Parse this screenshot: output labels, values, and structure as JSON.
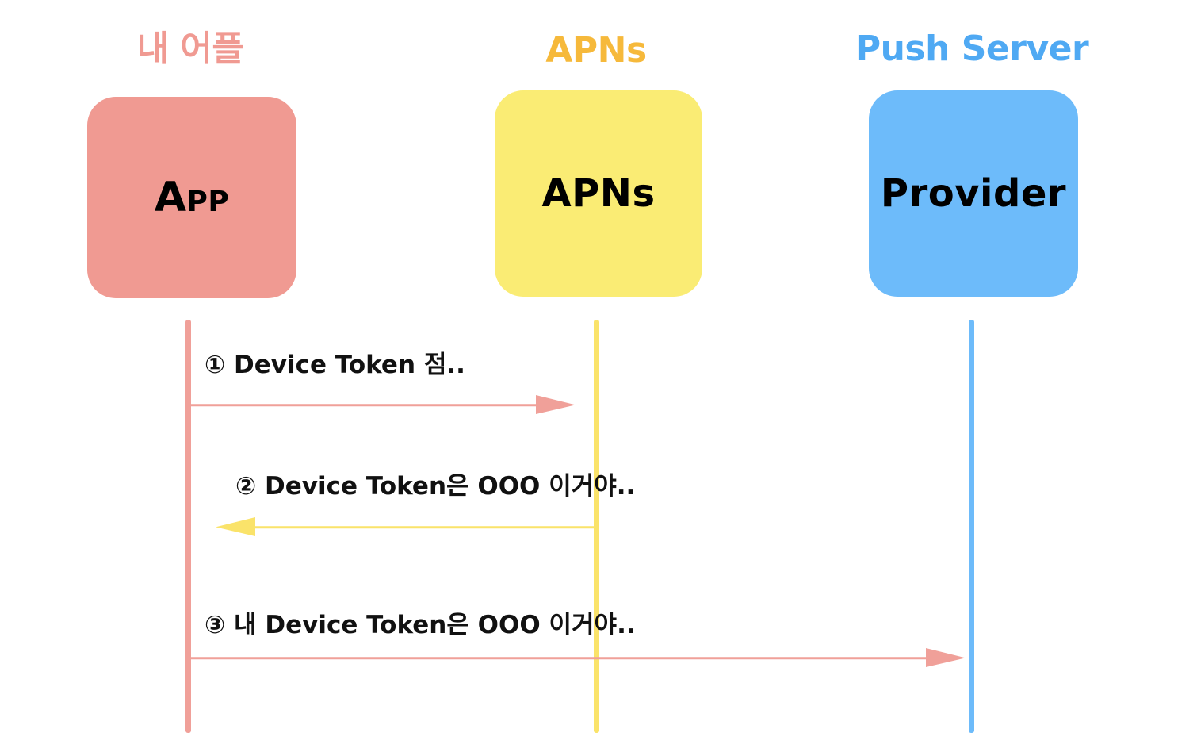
{
  "diagram": {
    "type": "sequence-diagram",
    "background_color": "#FFFFFF",
    "participants": [
      {
        "key": "app",
        "title": "내 어플",
        "title_color": "#F09A92",
        "box_label": "App",
        "box_color": "#F09A92",
        "lifeline_color": "#F0A099"
      },
      {
        "key": "apns",
        "title": "APNs",
        "title_color": "#F6B93B",
        "box_label": "APNs",
        "box_color": "#FAEC74",
        "lifeline_color": "#FAE36A"
      },
      {
        "key": "push",
        "title": "Push Server",
        "title_color": "#4FA9F3",
        "box_label": "Provider",
        "box_color": "#6DBBFA",
        "lifeline_color": "#6DBBFA"
      }
    ],
    "messages": [
      {
        "number": "①",
        "label": "① Device Token 점..",
        "from": "app",
        "to": "apns",
        "direction": "right",
        "color": "#F0A099"
      },
      {
        "number": "②",
        "label": "② Device Token은 OOO 이거야..",
        "from": "apns",
        "to": "app",
        "direction": "left",
        "color": "#FAE36A"
      },
      {
        "number": "③",
        "label": "③ 내 Device Token은 OOO 이거야..",
        "from": "app",
        "to": "push",
        "direction": "right",
        "color": "#F0A099"
      }
    ]
  }
}
